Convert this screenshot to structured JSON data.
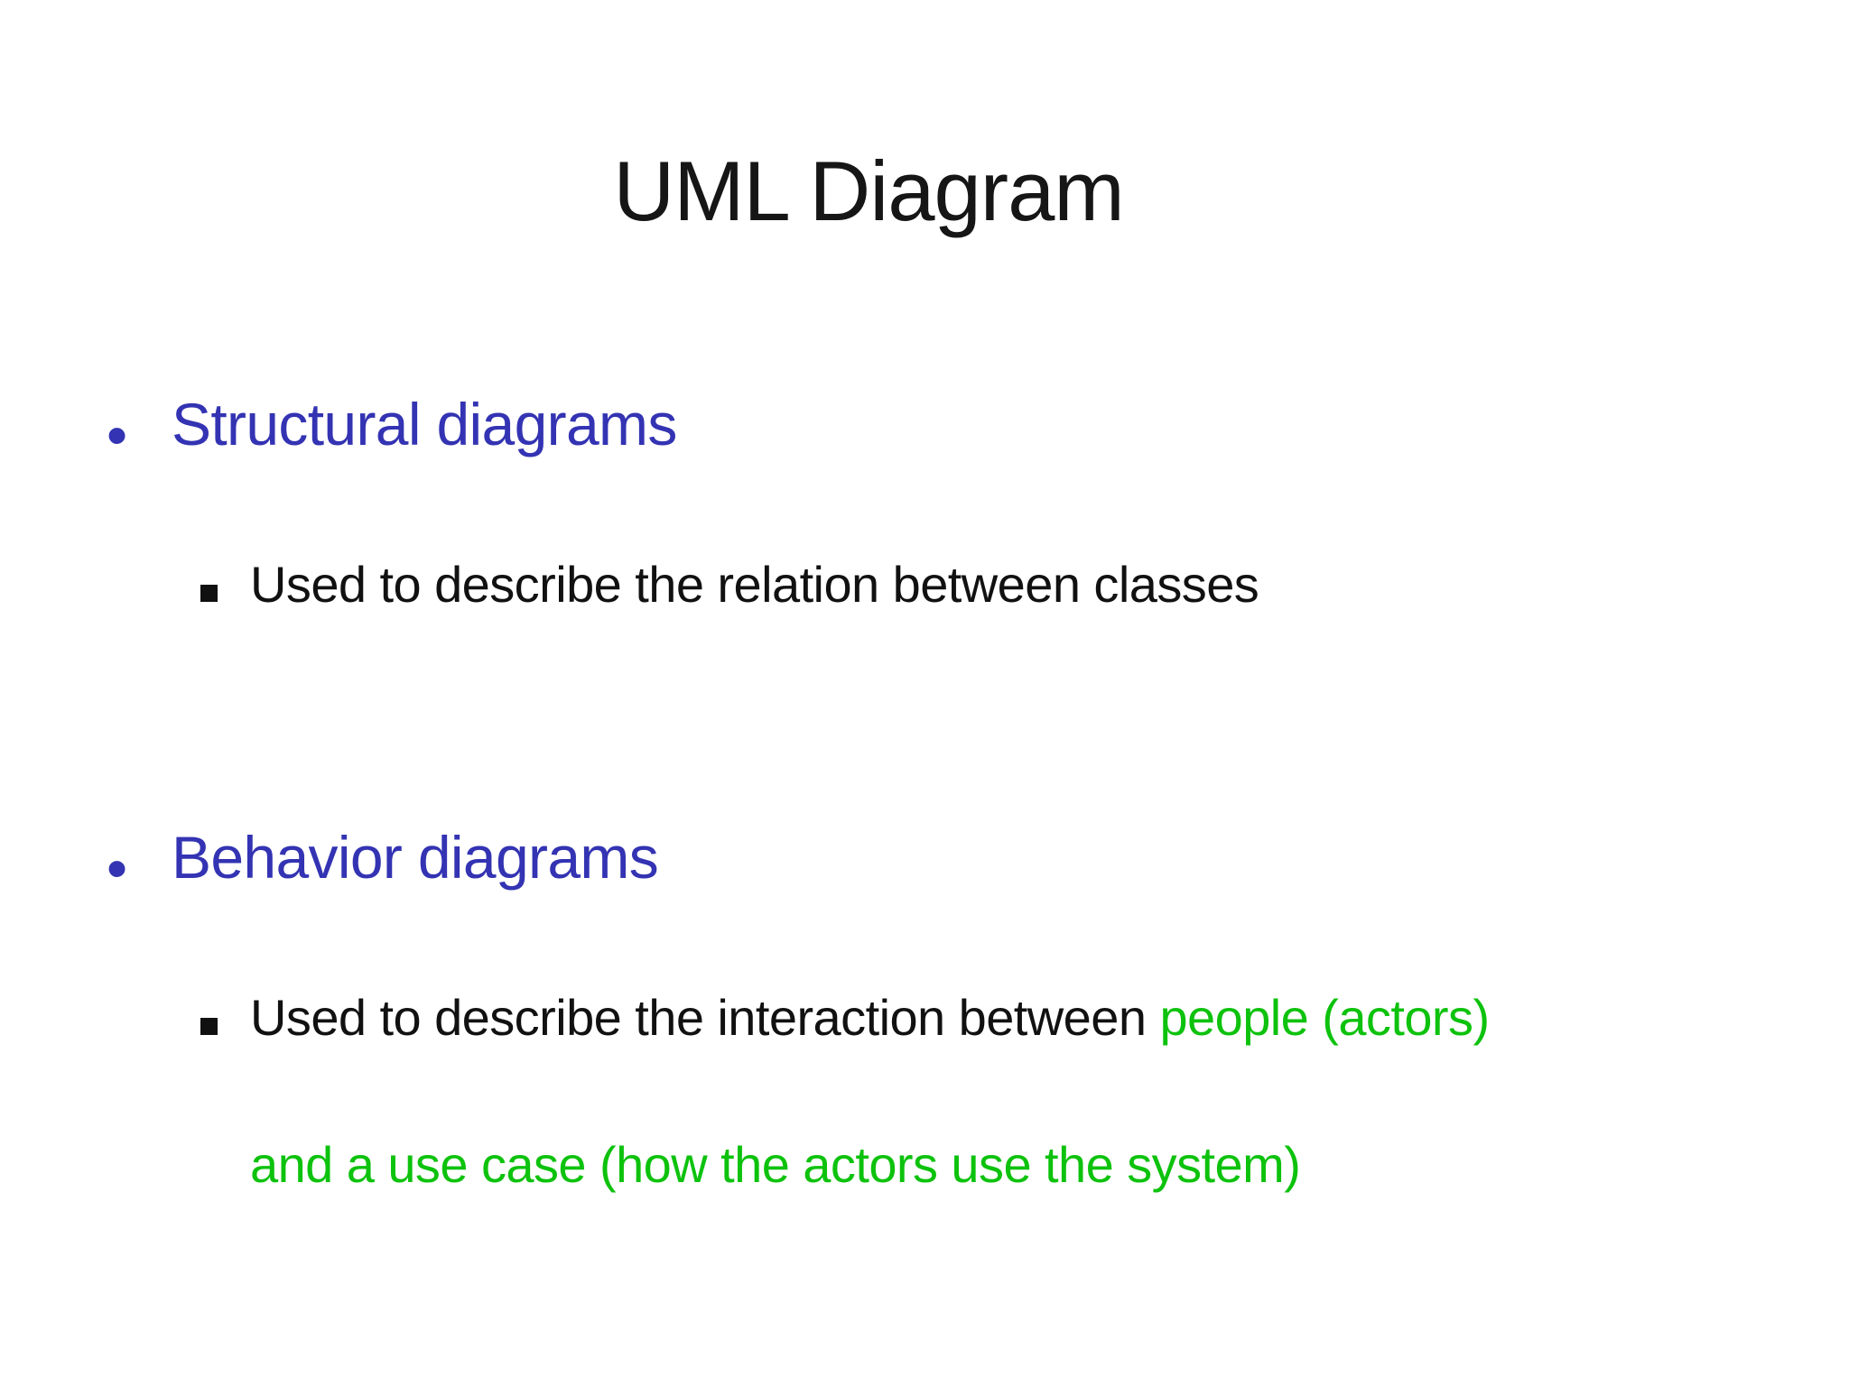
{
  "slide": {
    "title": "UML Diagram",
    "bullets": [
      {
        "label": "Structural diagrams",
        "sub": [
          {
            "segments": [
              {
                "text": "Used to describe the relation between classes",
                "color": "body"
              }
            ]
          }
        ]
      },
      {
        "label": "Behavior diagrams",
        "sub": [
          {
            "segments": [
              {
                "text": "Used to describe the interaction between ",
                "color": "body"
              },
              {
                "text": "people (actors)",
                "color": "green"
              },
              {
                "text": "and a use case (how the actors use the system)",
                "color": "green"
              }
            ]
          }
        ]
      }
    ]
  },
  "icons": {
    "level1_bullet": "•",
    "level2_bullet": "square-bullet"
  },
  "colors": {
    "heading_blue": "#3333b3",
    "accent_green": "#0dc20d",
    "body_text": "#111111",
    "background": "#ffffff"
  }
}
